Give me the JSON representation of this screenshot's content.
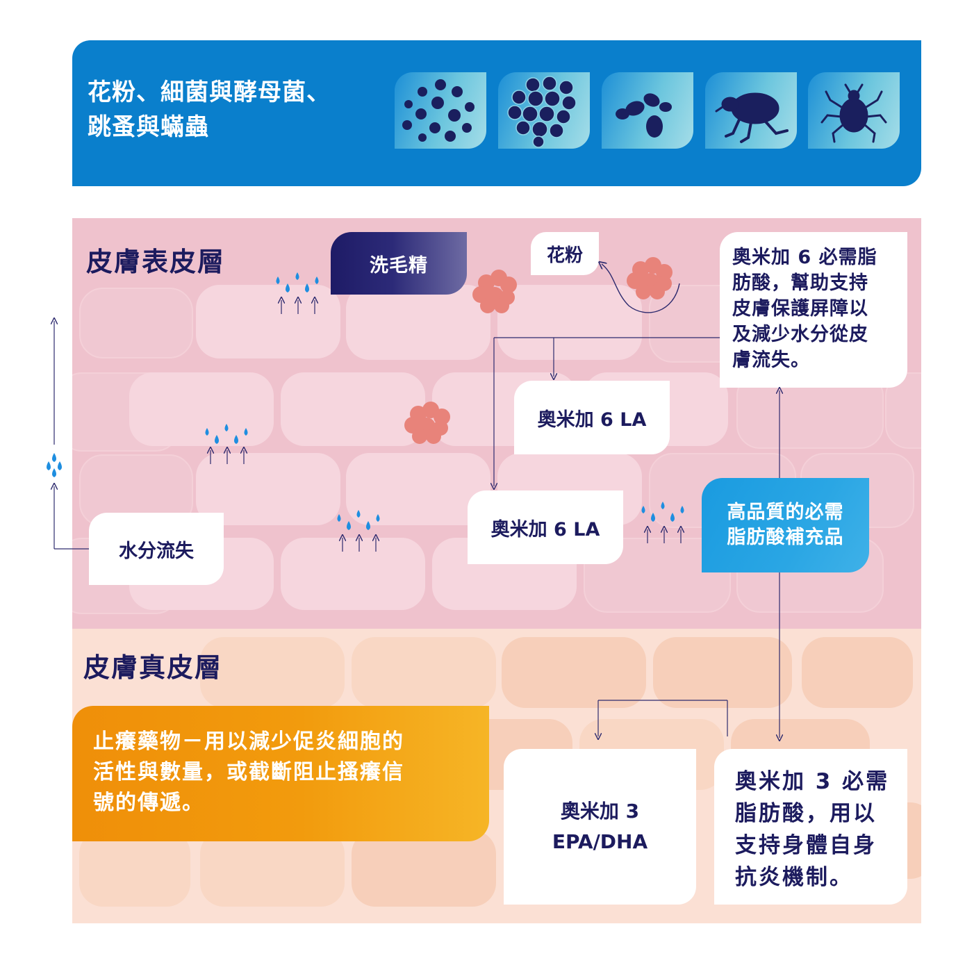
{
  "banner": {
    "title_line1": "花粉、細菌與酵母菌、",
    "title_line2": "跳蚤與蟎蟲",
    "icons": [
      "pollen-icon",
      "bacteria-icon",
      "yeast-icon",
      "flea-icon",
      "mite-icon"
    ]
  },
  "epidermis": {
    "title": "皮膚表皮層",
    "shampoo_label": "洗毛精",
    "pollen_label": "花粉",
    "omega6_desc_lines": [
      "奧米加 6 必需脂",
      "肪酸，幫助支持",
      "皮膚保護屏障以",
      "及減少水分從皮",
      "膚流失。"
    ],
    "omega6_la_upper": "奧米加 6 LA",
    "omega6_la_lower": "奧米加 6 LA",
    "water_loss_label": "水分流失",
    "supplement_lines": [
      "高品質的必需",
      "脂肪酸補充品"
    ]
  },
  "dermis": {
    "title": "皮膚真皮層",
    "itch_lines": [
      "止癢藥物－用以減少促炎細胞的",
      "活性與數量，或截斷阻止搔癢信",
      "號的傳遞。"
    ],
    "omega3_label_lines": [
      "奧米加 3",
      "EPA/DHA"
    ],
    "omega3_desc_lines": [
      "奧米加 3 必需",
      "脂肪酸，用以",
      "支持身體自身",
      "抗炎機制。"
    ]
  },
  "colors": {
    "banner_blue": "#0a7fcc",
    "navy_text": "#1c1b5e",
    "epidermis_pink": "#efc2cd",
    "dermis_peach": "#fbe0d4",
    "allergen_salmon": "#e8837a",
    "water_drop_blue": "#1e8ee0",
    "itch_orange": "#f29b0d"
  }
}
